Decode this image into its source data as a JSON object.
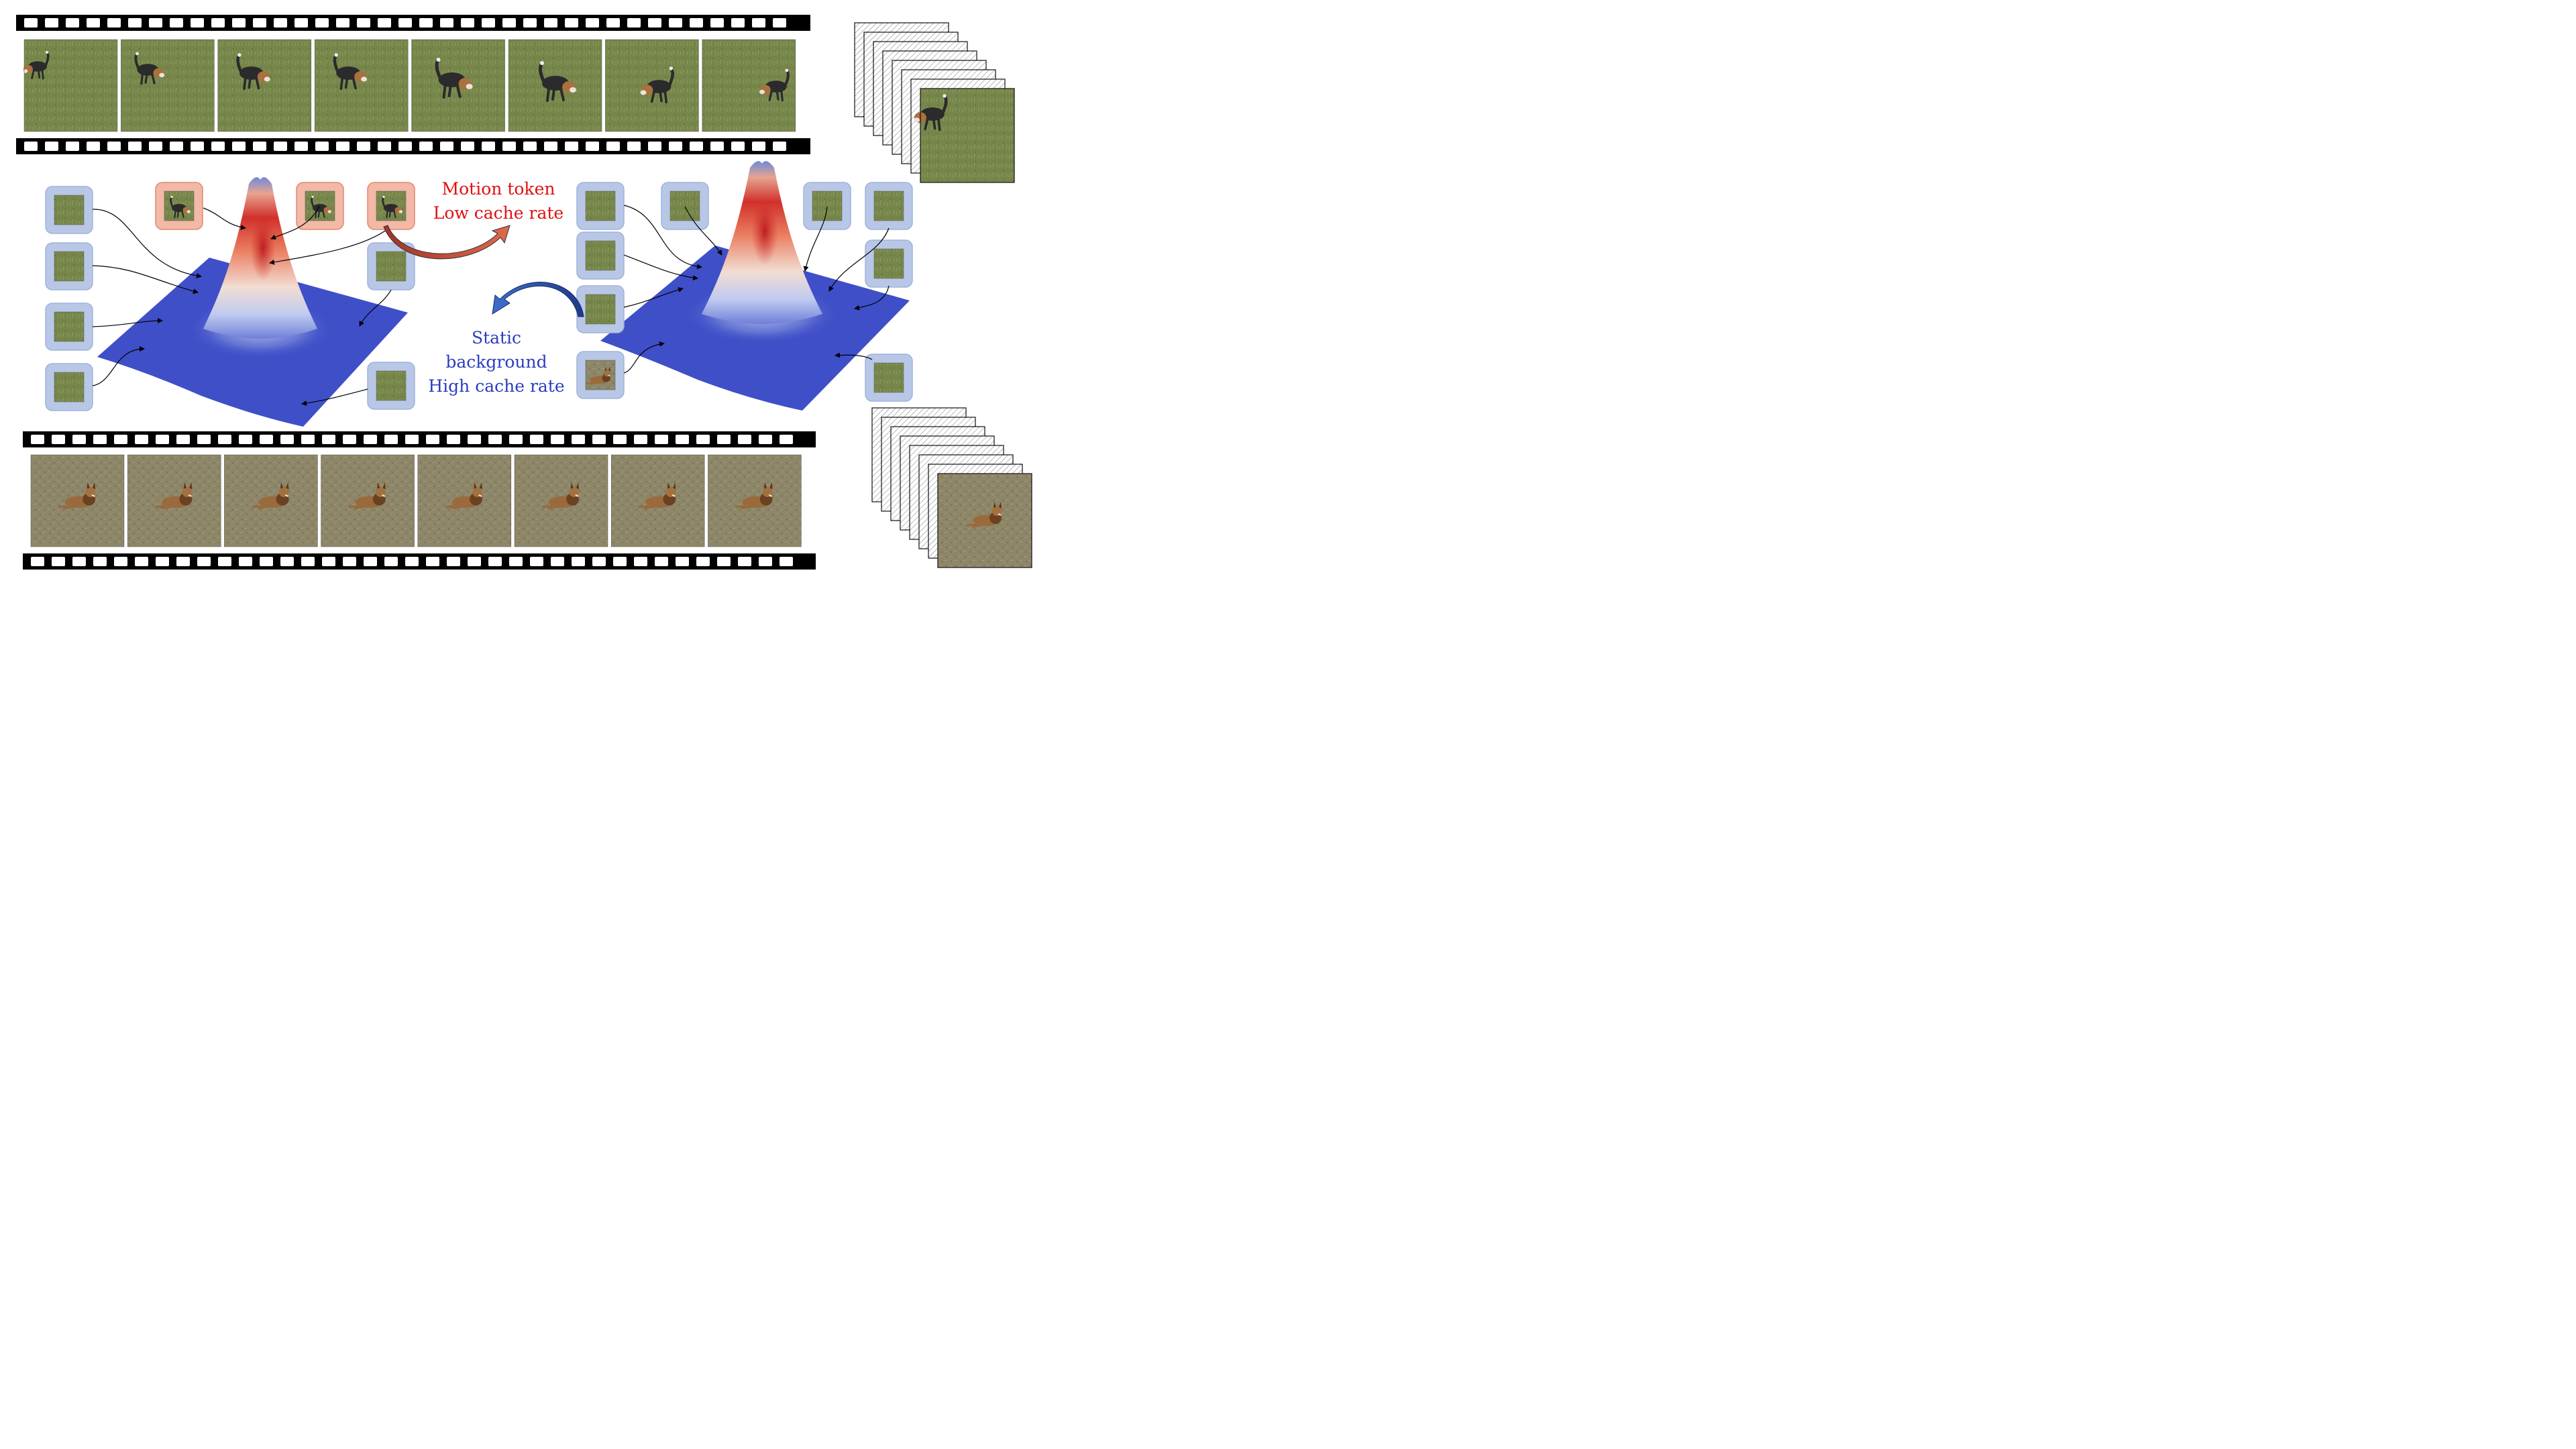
{
  "annotations": {
    "motion": {
      "line1": "Motion token",
      "line2": "Low cache rate",
      "color": "#e01010"
    },
    "static": {
      "line1": "Static",
      "line2": "background",
      "line3": "High cache rate",
      "color": "#2a3dc0"
    }
  },
  "colors": {
    "film": "#000000",
    "surface_base": "#3f4fc8",
    "peak_hot": "#d42d26",
    "motion_box": "#f3b8a6",
    "static_box": "#b9c7e6",
    "grass_dark": "#6b7a42",
    "grass_light": "#8a9a5a",
    "dirt": "#8f8668",
    "dog_dark": "#2b2a2c",
    "dog_tan": "#a8713d"
  },
  "icons": [
    "film-strip-icon",
    "dog-icon",
    "gaussian-surface-icon",
    "curved-arrow-icon",
    "frame-stack-icon"
  ]
}
